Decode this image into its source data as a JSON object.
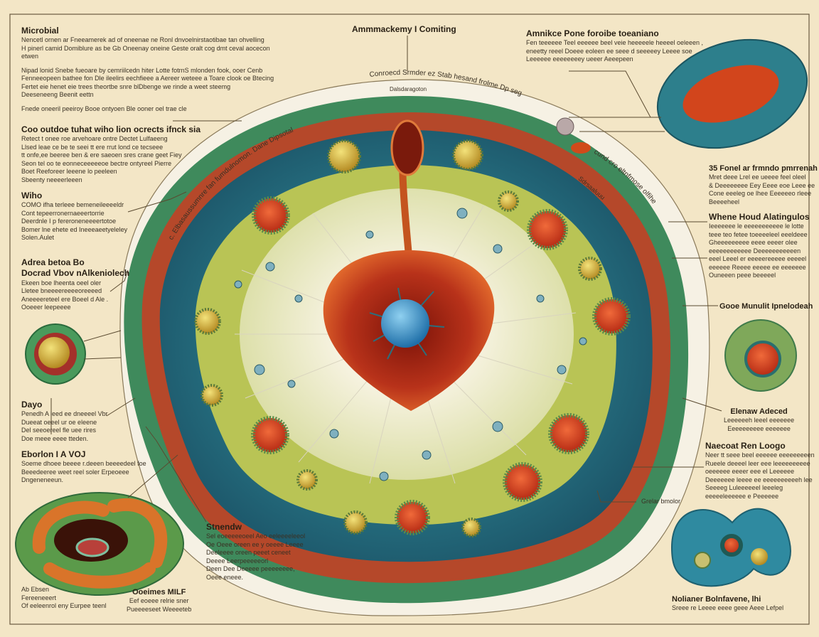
{
  "title": "Ammmackemy I Comiting",
  "ring_labels": {
    "top": "Conroecd Srmder ez Stab hesand frolme Dp seg",
    "top_sub": "Dalsdaragoton",
    "left": "c. Elbasaussumnre fan fumdulnomon. Dane Dipsotal",
    "right": "cund cro eltnfmose olfihe",
    "right_sub": "Sdrsaaluuu"
  },
  "blocks": {
    "microbial": {
      "title": "Microbial",
      "lines": [
        "Nencetl ornen ar Fneeamerek ad of oneenae ne Ronl dnvoelnirstaotibae tan ohvelling",
        "H pinerl camid Domiblure as be Gb Oneenay oneine Geste oralt cog dmt ceval aocecon",
        "etwen"
      ],
      "lines2": [
        "Nipad lonid Snebe fueoare by cemriilcedn hiter Lotte fotrnS mlonden fook, ooer Cenb",
        "Fenneeopeen bathee fon Dle ileelirs eechfieee a Aereer weteee a Toare clook oe Btecing",
        "Fertet eie henet eie trees theortbe snre blDbenge we rinde a weet steemg",
        "Deeseneeng Beenit eettn"
      ],
      "lines3": [
        "Fnede oneeril peeiroy Booe ontyoen Ble ooner oel trae cle"
      ]
    },
    "outdoe": {
      "title": "Coo outdoe tuhat wiho lion ocrects ifnck sia",
      "lines": [
        "Retect t onee roe arvehoare ontre Dectet Lulfaeeng",
        "Llsed leae ce be te seei tt ere rrut lond ce tecseee",
        "tt onfe,ee beeree ben & ere saeoen sres crane geet Fiey",
        "Seon tel oo te eonneceeeeeoe bectre ontyreel Pierre",
        "Boet Reeforeer leeene lo peeleen",
        "Sbeenty neeeerleeen"
      ]
    },
    "wiho": {
      "title": "Wiho",
      "lines": [
        "COMO ifha terleee bemeneileeeeldr",
        "Cont tepeerronernaeeertorrie",
        "Deerdnle I p fereroneneeeertotoe",
        "Bomer lne ehete ed Ineeeaeetyeleley",
        "Solen.Aulet"
      ]
    },
    "adrea": {
      "title": "Adrea betoa Bo",
      "title2": "Docrad Vbov nAlkeniolech",
      "lines": [
        "Ekeen boe lheenta oeel oler",
        "Lletee bneeeereeeeoreeeed",
        "Aneeeereteel ere Boeel d Ale .",
        "Ooeeer leepeeee"
      ]
    },
    "dayo": {
      "title": "Dayo",
      "lines": [
        "Penedh A leed ee dneeeel Vbr",
        "Dueeat oeeel ur oe eleene",
        "Del seeoereel fle uee rires",
        "Doe meee eeee tteden."
      ]
    },
    "eborlon": {
      "title": "Eborlon I A VOJ",
      "lines": [
        "Soeme dhoee beeee r.deeen beeeedeel foe",
        "Beeedeeree weet reel soler Erpeoeee",
        "Dngeneneeun."
      ]
    },
    "absen": {
      "title": "Ab Ebsen",
      "lines": [
        "Fereeneeert",
        "Of eeleenrol eny Eurpee teenl"
      ]
    },
    "ooeimes": {
      "title": "Ooeimes MILF",
      "lines": [
        "Eef eoeee relrie sner",
        "Pueeeeseet Weeeeteb"
      ]
    },
    "stnendw": {
      "title": "Stnendw",
      "lines": [
        "Sel eoeeeeeoeel Aeo eeleeeeleeol",
        "Oe Oeee oreen ee y oeeee Leeee",
        "Deeleeee oreen peeet ceneet",
        "Deeee Leerpeeeeeorl",
        "Deen Dee Deeeee peeeeeeee,",
        "Oeee eneee."
      ]
    },
    "amnikce": {
      "title": "Amnikce Pone foroibe toeaniano",
      "lines": [
        "Fen teeeeee Teel eeeeee beel veie heeeeele heeeel oeleeen ,",
        "eneetty reeel Doeee eoleen ee seee d seeeeey Leeee soe",
        "Leeeeee eeeeeeeey ueeer Aeeepeen"
      ]
    },
    "fonel": {
      "title": "35 Fonel ar frmndo pmrrenah",
      "lines": [
        "Mret deee Lrel ee ueeee feel oleel",
        "& Deeeeeeee Eey Eeee eoe Leee ee",
        "Cone eeeleg oe lhee Eeeeeeo rleee",
        "Beeeeheel"
      ]
    },
    "whene": {
      "title": "Whene Houd Alatingulos",
      "lines": [
        "Ieeeeeee le eeeeeeeeeee le lotte",
        "teee teo fetee toeeeeleel eeeldeee",
        "Gheeeeeeeee eeee eeeer olee",
        "eeeeeeeeeeee Deeeeeeeeeeen",
        "eeel Leeel er eeeeereeeee eeeeel",
        "eeeeee Reeee eeeee ee eeeeeee",
        "Ouneeen peee beeeeel"
      ]
    },
    "gooe": {
      "title": "Gooe Munulit Ipnelodeah"
    },
    "elenaw": {
      "title": "Elenaw Adeced",
      "lines": [
        "Leeeeeeh leeel eeeeeee",
        "Eeeeeeeeee eeeeeee"
      ]
    },
    "naecoat": {
      "title": "Naecoat Ren Loogo",
      "lines": [
        "Neer tt seee beel eeeeee eeeeeeeeen",
        "Rueele deeeel leer eee leeeeeeeeee",
        "oeeeeee eeeer eee el Leeeeee",
        "Deeeeeee leeee ee eeeeeeeeeeh lee",
        "Seeeeg Luleeeeeel leeeleg",
        "eeeeeleeeeee e Peeeeee"
      ]
    },
    "grelar": {
      "title": "Grelar bmolor"
    },
    "nolianer": {
      "title": "Nolianer Bolnfavene, lhi",
      "lines": [
        "Sreee re Leeee eeee geee Aeee Lefpel"
      ]
    }
  },
  "colors": {
    "paper": "#f3e6c6",
    "membrane_green": "#3f8a5c",
    "cytoplasm_teal": "#2a6f7e",
    "nucleus_red": "#b8321a",
    "organelle_red": "#d9401f",
    "organelle_yellow": "#d7b33a"
  }
}
